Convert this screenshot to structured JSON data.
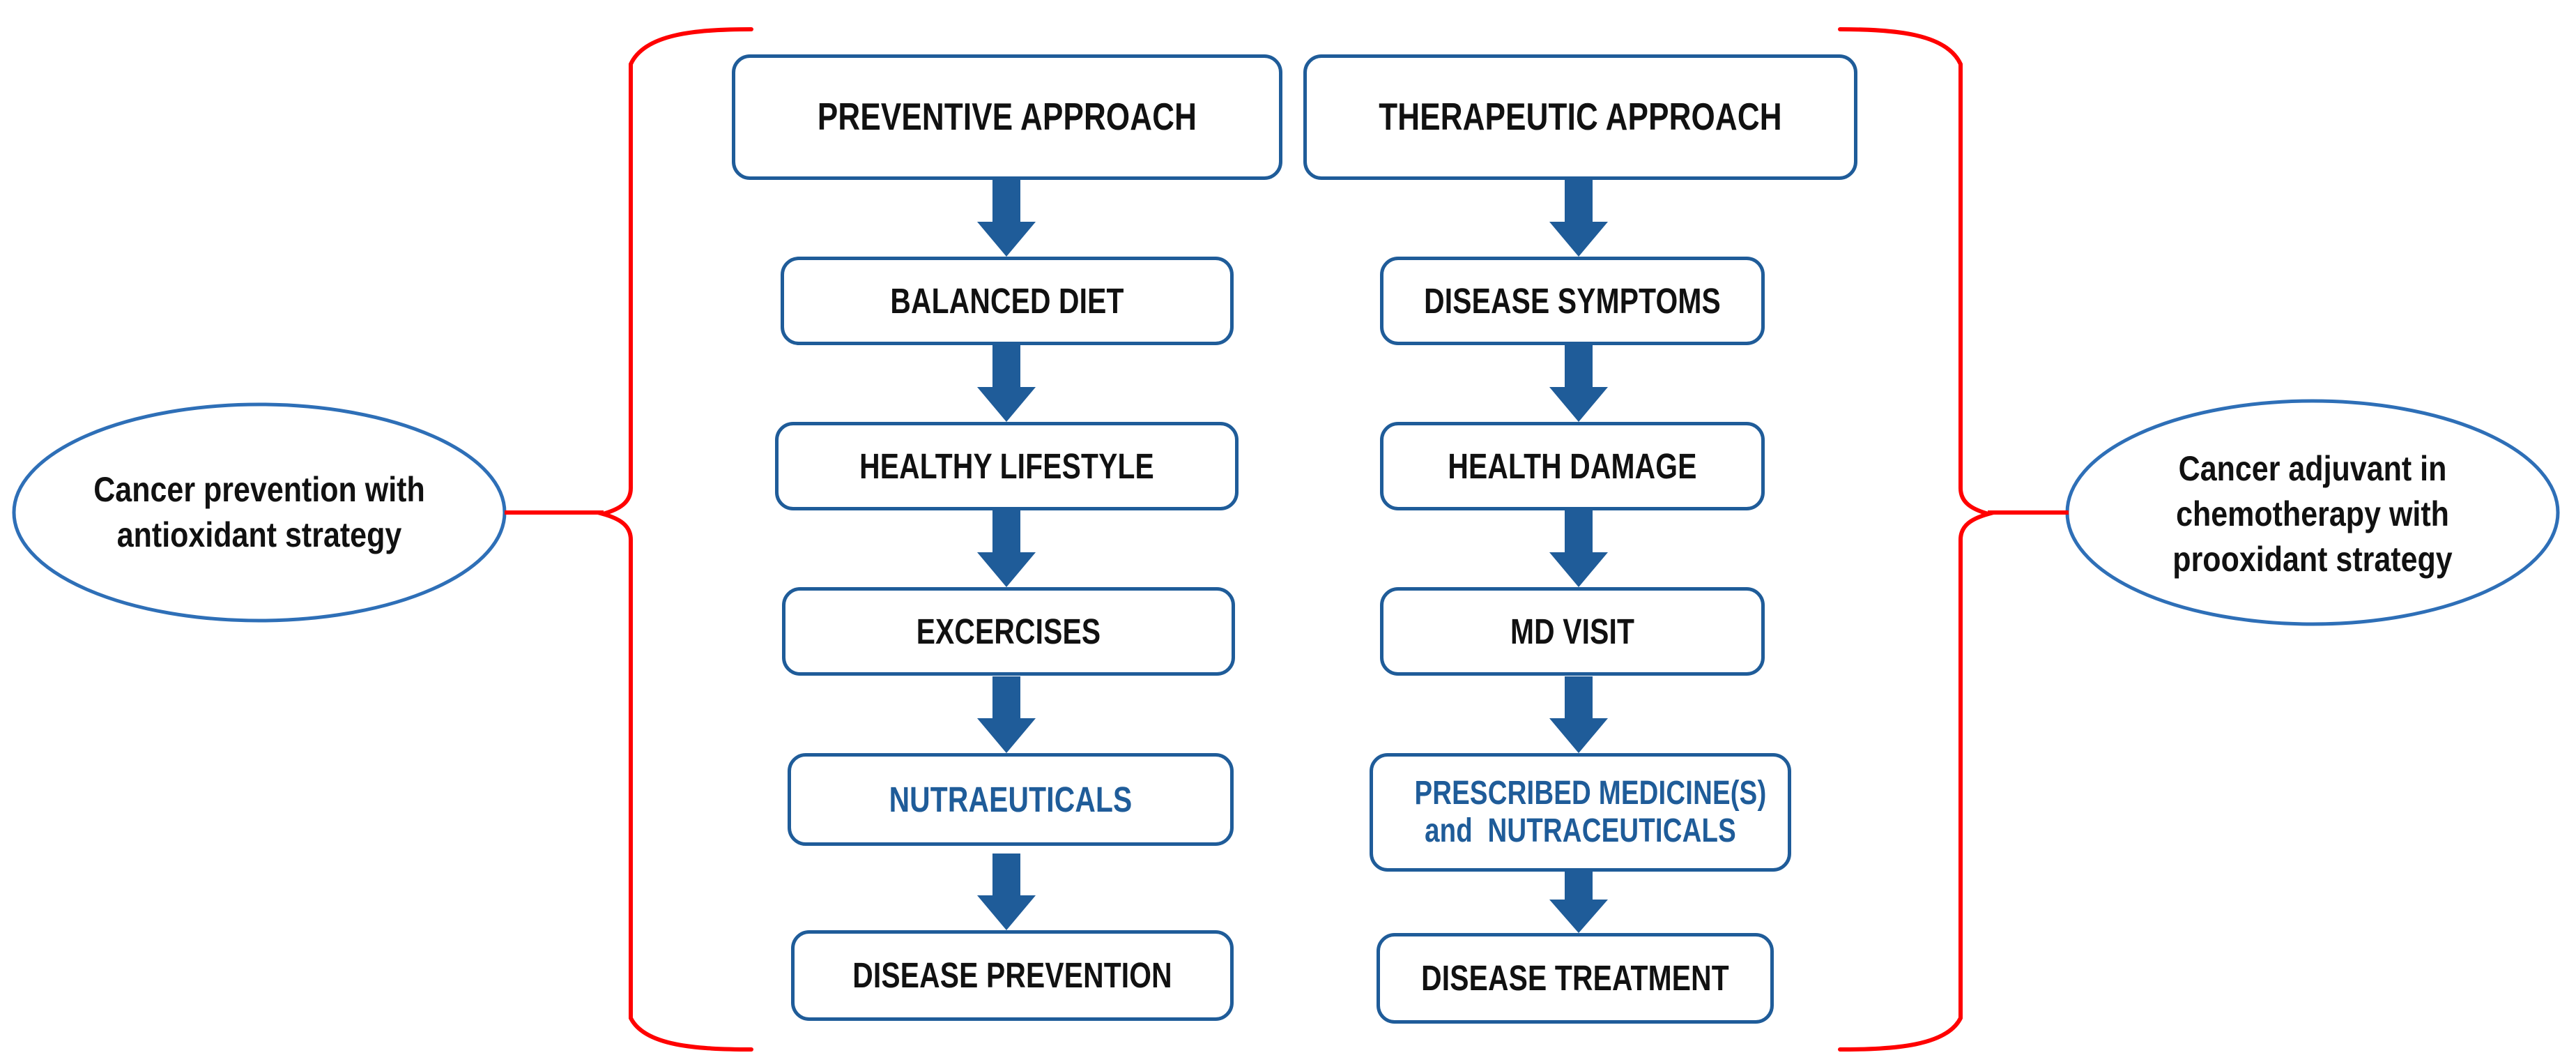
{
  "diagram": {
    "title_alt": "Preventive versus therapeutic approach flowchart",
    "colors": {
      "box_border": "#1F5C99",
      "arrow": "#1F5C99",
      "brace": "#FF0000",
      "ellipse_border": "#2E6FB7",
      "text_dark": "#111111",
      "text_blue": "#1F5C99"
    },
    "columns": [
      {
        "id": "preventive",
        "header": "PREVENTIVE APPROACH",
        "steps": [
          {
            "label": "PREVENTIVE APPROACH",
            "style": "dark"
          },
          {
            "label": "BALANCED DIET",
            "style": "dark"
          },
          {
            "label": "HEALTHY LIFESTYLE",
            "style": "dark"
          },
          {
            "label": "EXCERCISES",
            "style": "dark"
          },
          {
            "label": "NUTRAEUTICALS",
            "style": "blue"
          },
          {
            "label": "DISEASE PREVENTION",
            "style": "dark"
          }
        ]
      },
      {
        "id": "therapeutic",
        "header": "THERAPEUTIC APPROACH",
        "steps": [
          {
            "label": "THERAPEUTIC APPROACH",
            "style": "dark"
          },
          {
            "label": "DISEASE SYMPTOMS",
            "style": "dark"
          },
          {
            "label": "HEALTH DAMAGE",
            "style": "dark"
          },
          {
            "label": "MD VISIT",
            "style": "dark"
          },
          {
            "label": "PRESCRIBED MEDICINE(S)\nand  NUTRACEUTICALS",
            "style": "blue"
          },
          {
            "label": "DISEASE TREATMENT",
            "style": "dark"
          }
        ]
      }
    ],
    "callouts": {
      "left": {
        "line1": "Cancer prevention with",
        "line2": "antioxidant strategy",
        "text": "Cancer prevention with\nantioxidant strategy"
      },
      "right": {
        "line1": "Cancer adjuvant in",
        "line2": "chemotherapy with",
        "line3": "prooxidant strategy",
        "text": "Cancer adjuvant in\nchemotherapy with\nprooxidant strategy"
      }
    },
    "arrows": {
      "count_per_column": 5,
      "direction": "down"
    }
  }
}
